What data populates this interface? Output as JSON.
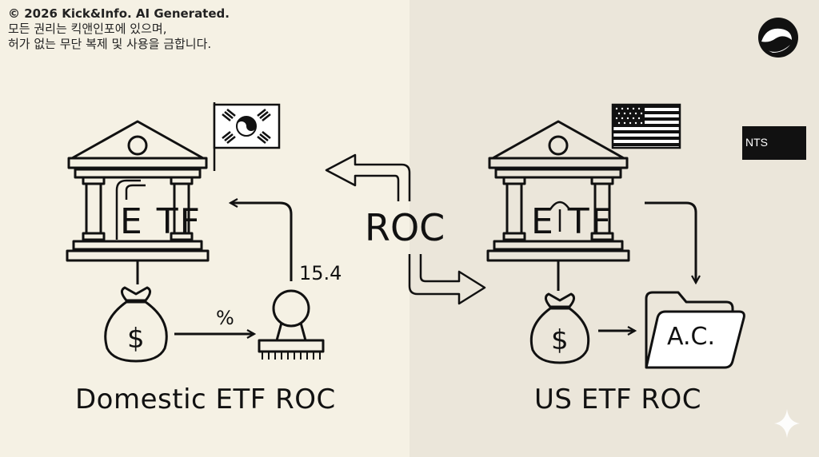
{
  "copyright": {
    "line1": "© 2026 Kick&Info. AI Generated.",
    "line2": "모든 권리는 킥앤인포에 있으며,",
    "line3": "허가 없는 무단 복제 및 사용을 금합니다."
  },
  "center": {
    "label": "ROC"
  },
  "domestic": {
    "etf_label": "E TF",
    "dollar_symbol": "$",
    "percent_label": "%",
    "rate_label": "15.4",
    "caption": "Domestic ETF ROC"
  },
  "us": {
    "etf_label": "E TF",
    "dollar_symbol": "$",
    "folder_label": "A.C.",
    "caption": "US ETF ROC"
  },
  "badge": {
    "text": "NTS"
  },
  "colors": {
    "left_bg": "#f5f1e4",
    "right_bg": "#ebe6da",
    "ink": "#111111"
  }
}
